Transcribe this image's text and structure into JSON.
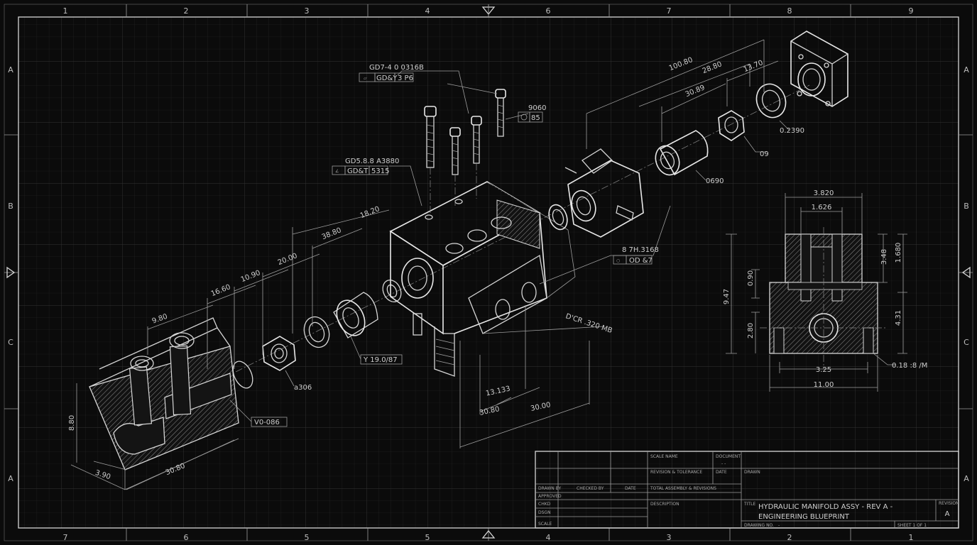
{
  "border": {
    "top_zones": [
      "1",
      "2",
      "3",
      "4",
      "6",
      "7",
      "8",
      "9"
    ],
    "bottom_zones": [
      "7",
      "6",
      "5",
      "5",
      "4",
      "3",
      "2",
      "1"
    ],
    "left_zones": [
      "A",
      "B",
      "C",
      "A"
    ],
    "right_zones": [
      "A",
      "B",
      "C",
      "A"
    ]
  },
  "callouts": {
    "bolt_top_a": "GD7-4 0 0316B",
    "bolt_top_b": "GD&Y",
    "bolt_top_c": "3 P6",
    "bolt_right_a": "9060",
    "bolt_right_b": "85",
    "manifold_a": "GD5.8.8 A3880",
    "manifold_b": "GD&T",
    "manifold_c": "5315",
    "port_a": "8 7H.3168",
    "port_b": "OD &7",
    "fitting_box": "Y 19.0/87",
    "base_box": "V0-086",
    "nut_label": "0.2390",
    "washer_label": "09",
    "seal_label": "0690",
    "ring_label": "a306",
    "diag_label": "D'CR .320 MB",
    "sect_right": "0.18 :8 /M"
  },
  "dims": {
    "d1": "100.80",
    "d2": "28.80",
    "d3": "13.70",
    "d4": "30.89",
    "d5": "18.20",
    "d6": "38.80",
    "d7": "20.00",
    "d8": "10.90",
    "d9": "16.60",
    "d10": "9.80",
    "d11": "3.90",
    "d12": "30.80",
    "d13": "8.80",
    "d14": "13.133",
    "d15": "30.80",
    "d16": "30.00"
  },
  "section": {
    "w1": "3.820",
    "w2": "1.626",
    "h1": "3.48",
    "h2": "1.680",
    "h3": "9.47",
    "h4": "0.90",
    "h5": "2.80",
    "h6": "4.31",
    "b1": "3.25",
    "b2": "11.00"
  },
  "title_block": {
    "sheet_name_label": "SCALE NAME",
    "doc_label": "DOCUMENT",
    "doc_value": "- -",
    "rev_label": "REVISION & TOLERANCE",
    "date_label": "DATE",
    "drawn_label": "DRAWN",
    "col_a": "DRAWN BY",
    "col_b": "CHECKED BY",
    "col_c": "DATE",
    "approved_label": "APPROVED",
    "total_label": "TOTAL ASSEMBLY & REVISIONS",
    "check_label": "CHKD",
    "dsgn_label": "DSGN",
    "description_label": "DESCRIPTION",
    "scale_label": "SCALE",
    "title_label": "TITLE",
    "title_line1": "HYDRAULIC MANIFOLD ASSY - REV A -",
    "title_line2": "ENGINEERING BLUEPRINT",
    "revision_label": "REVISION",
    "revision_value": "A",
    "doc_no_label": "DRAWING NO.",
    "doc_no_value": "-",
    "sheet_label": "SHEET 1 OF 1"
  }
}
